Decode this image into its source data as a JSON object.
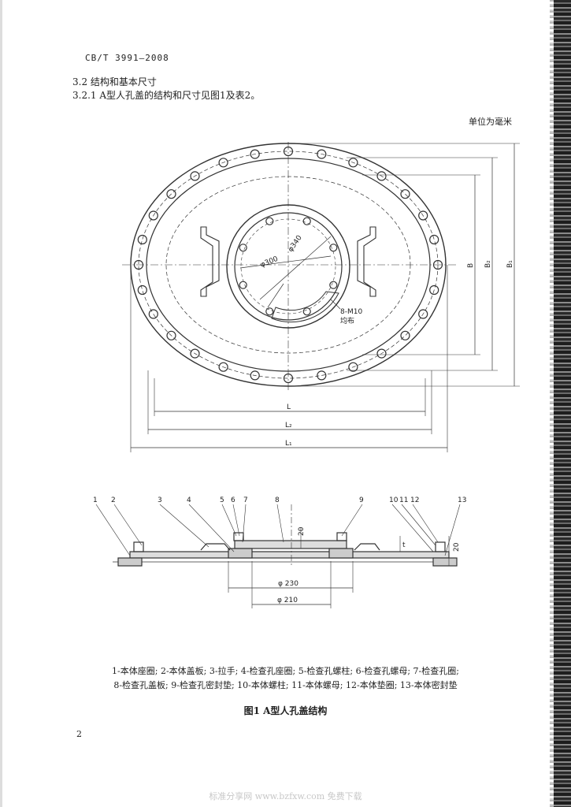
{
  "header": {
    "standard_no": "CB/T 3991—2008"
  },
  "sections": {
    "s32": "3.2  结构和基本尺寸",
    "s321": "3.2.1  A型人孔盖的结构和尺寸见图1及表2。"
  },
  "unit_note": "单位为毫米",
  "top_view": {
    "dia_outer": "φ340",
    "dia_inner": "φ300",
    "bolts_note_1": "8-M10",
    "bolts_note_2": "均布",
    "dim_L": "L",
    "dim_L2": "L₂",
    "dim_L1": "L₁",
    "dim_B": "B",
    "dim_B2": "B₂",
    "dim_B1": "B₁"
  },
  "section_view": {
    "part_numbers": [
      "1",
      "2",
      "3",
      "4",
      "5",
      "6",
      "7",
      "8",
      "9",
      "10",
      "11",
      "12",
      "13"
    ],
    "dim_20a": "20",
    "dim_t": "t",
    "dim_20b": "20",
    "dim_230": "φ 230",
    "dim_210": "φ 210"
  },
  "legend": {
    "line1": "1-本体座圈; 2-本体盖板; 3-拉手; 4-检查孔座圈; 5-检查孔螺柱; 6-检查孔螺母; 7-检查孔圈;",
    "line2": "8-检查孔盖板; 9-检查孔密封垫; 10-本体螺柱; 11-本体螺母; 12-本体垫圈; 13-本体密封垫"
  },
  "figure_title": "图1  A型人孔盖结构",
  "page_number": "2",
  "footer": "标准分享网 www.bzfxw.com 免费下载"
}
